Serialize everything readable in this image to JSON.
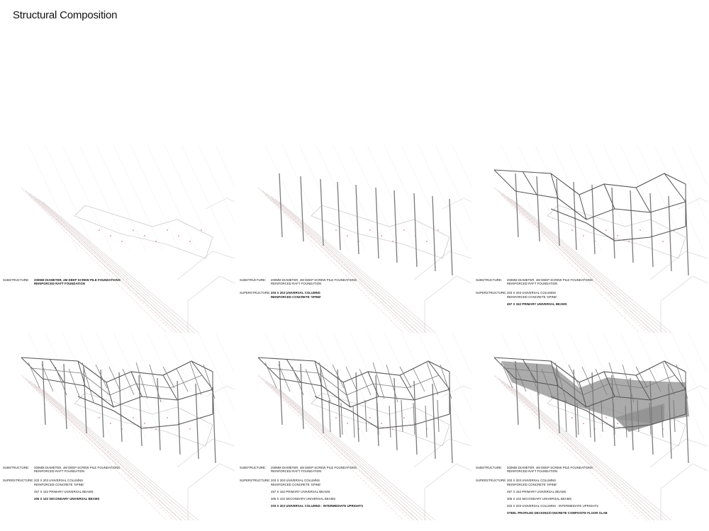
{
  "title": "Structural Composition",
  "panels": [
    {
      "stage": 1,
      "substructure": [
        "200mm DIAMETER, 4m DEEP SCREW PILE FOUNDATIONS",
        "REINFORCED RAFT FOUNDATION"
      ],
      "superstructure": [],
      "extra": [],
      "bold_lines": [
        "substructure"
      ],
      "show_columns": false,
      "show_frame": false,
      "show_secondary": false,
      "show_uprights": false,
      "show_slab": false
    },
    {
      "stage": 2,
      "substructure": [
        "200mm DIAMETER, 4m DEEP SCREW PILE FOUNDATIONS",
        "REINFORCED RAFT FOUNDATION"
      ],
      "superstructure": [
        "203 X 203 UNIVERSAL COLUMNS",
        "REINFORCED CONCRETE 'SPINE'"
      ],
      "extra": [],
      "bold_lines": [
        "superstructure"
      ],
      "show_columns": true,
      "show_frame": false,
      "show_secondary": false,
      "show_uprights": false,
      "show_slab": false
    },
    {
      "stage": 3,
      "substructure": [
        "200mm DIAMETER, 4m DEEP SCREW PILE FOUNDATIONS",
        "REINFORCED RAFT FOUNDATION"
      ],
      "superstructure": [
        "203 X 203 UNIVERSAL COLUMNS",
        "REINFORCED CONCRETE 'SPINE'"
      ],
      "extra": [
        "457 X 152 PRIMARY UNIVERSAL BEAMS"
      ],
      "bold_lines": [
        "extra0"
      ],
      "show_columns": true,
      "show_frame": true,
      "show_secondary": false,
      "show_uprights": false,
      "show_slab": false
    },
    {
      "stage": 4,
      "substructure": [
        "200mm DIAMETER, 4m DEEP SCREW PILE FOUNDATIONS",
        "REINFORCED RAFT FOUNDATION"
      ],
      "superstructure": [
        "203 X 203 UNIVERSAL COLUMNS",
        "REINFORCED CONCRETE 'SPINE'"
      ],
      "extra": [
        "457 X 152 PRIMARY UNIVERSAL BEAMS",
        "305 X 102 SECONDARY UNIVERSAL BEAMS"
      ],
      "bold_lines": [
        "extra1"
      ],
      "show_columns": true,
      "show_frame": true,
      "show_secondary": true,
      "show_uprights": false,
      "show_slab": false
    },
    {
      "stage": 5,
      "substructure": [
        "200mm DIAMETER, 4m DEEP SCREW PILE FOUNDATIONS",
        "REINFORCED RAFT FOUNDATION"
      ],
      "superstructure": [
        "203 X 203 UNIVERSAL COLUMNS",
        "REINFORCED CONCRETE 'SPINE'"
      ],
      "extra": [
        "457 X 152 PRIMARY UNIVERSAL BEAMS",
        "305 X 102 SECONDARY UNIVERSAL BEAMS",
        "203 X 203 UNIVERSAL COLUMNS - INTERMEDIATE UPRIGHTS"
      ],
      "bold_lines": [
        "extra2"
      ],
      "show_columns": true,
      "show_frame": true,
      "show_secondary": true,
      "show_uprights": true,
      "show_slab": false
    },
    {
      "stage": 6,
      "substructure": [
        "200mm DIAMETER, 4m DEEP SCREW PILE FOUNDATIONS",
        "REINFORCED RAFT FOUNDATION"
      ],
      "superstructure": [
        "203 X 203 UNIVERSAL COLUMNS",
        "REINFORCED CONCRETE 'SPINE'"
      ],
      "extra": [
        "457 X 152 PRIMARY UNIVERSAL BEAMS",
        "305 X 102 SECONDARY UNIVERSAL BEAMS",
        "203 X 203 UNIVERSAL COLUMNS - INTERMEDIATE UPRIGHTS",
        "STEEL PROFILED DECKING/CONCRETE COMPOSITE FLOOR SLAB"
      ],
      "bold_lines": [
        "extra3"
      ],
      "show_columns": true,
      "show_frame": true,
      "show_secondary": true,
      "show_uprights": true,
      "show_slab": true
    }
  ],
  "labels": {
    "substructure": "SUBSTRUCTURE:",
    "superstructure": "SUPERSTRUCTURE:"
  },
  "colors": {
    "site_lines": "#d9cfcf",
    "site_dash": "#e3a6a6",
    "steel": "#7a7a7a",
    "steel_dark": "#555555",
    "slab": "#8f8f8f"
  }
}
